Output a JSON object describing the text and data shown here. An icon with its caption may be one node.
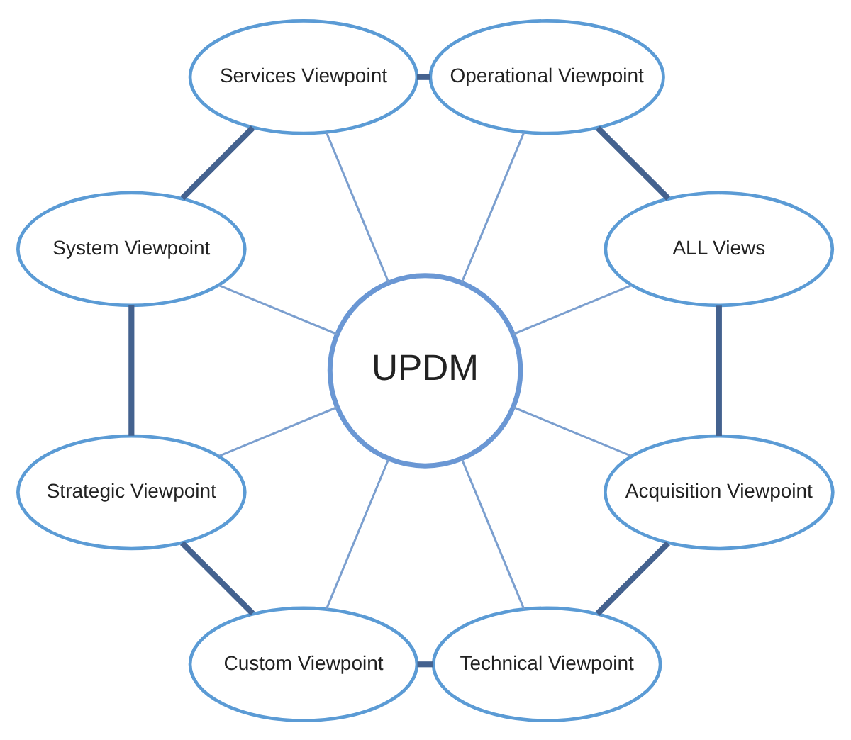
{
  "diagram": {
    "nodes": [
      {
        "text": [
          "ALL Views"
        ]
      },
      {
        "text": [
          "Acquisition Viewpoint"
        ]
      },
      {
        "text": [
          "Operational Viewpoint"
        ]
      },
      {
        "text": [
          "Technical Viewpoint"
        ]
      },
      {
        "text": [
          "UPDM"
        ]
      },
      {
        "text": [
          "Services Viewpoint"
        ]
      },
      {
        "text": [
          "Custom Viewpoint"
        ]
      },
      {
        "text": [
          "System Viewpoint"
        ]
      },
      {
        "text": [
          "Strategic Viewpoint"
        ]
      }
    ],
    "edges": [
      {
        "from": 4,
        "to": 0,
        "arrow": "none"
      },
      {
        "from": 4,
        "to": 2,
        "arrow": "none"
      },
      {
        "from": 4,
        "to": 5,
        "arrow": "none"
      },
      {
        "from": 4,
        "to": 7,
        "arrow": "none"
      },
      {
        "from": 4,
        "to": 8,
        "arrow": "none"
      },
      {
        "from": 4,
        "to": 6,
        "arrow": "none"
      },
      {
        "from": 4,
        "to": 3,
        "arrow": "none"
      },
      {
        "from": 4,
        "to": 1,
        "arrow": "none"
      },
      {
        "from": 0,
        "to": 2,
        "arrow": "none",
        "style": "thick",
        "color": "#44628f"
      },
      {
        "from": 2,
        "to": 5,
        "arrow": "none",
        "style": "thick",
        "color": "#44628f"
      },
      {
        "from": 5,
        "to": 7,
        "arrow": "none",
        "style": "thick",
        "color": "#44628f"
      },
      {
        "from": 7,
        "to": 8,
        "arrow": "none",
        "style": "thick",
        "color": "#44628f"
      },
      {
        "from": 8,
        "to": 6,
        "arrow": "none",
        "style": "thick",
        "color": "#44628f"
      },
      {
        "from": 6,
        "to": 3,
        "arrow": "none",
        "style": "thick",
        "color": "#44628f"
      },
      {
        "from": 3,
        "to": 1,
        "arrow": "none",
        "style": "thick",
        "color": "#44628f"
      },
      {
        "from": 1,
        "to": 0,
        "arrow": "none",
        "style": "thick",
        "color": "#44628f"
      }
    ]
  }
}
